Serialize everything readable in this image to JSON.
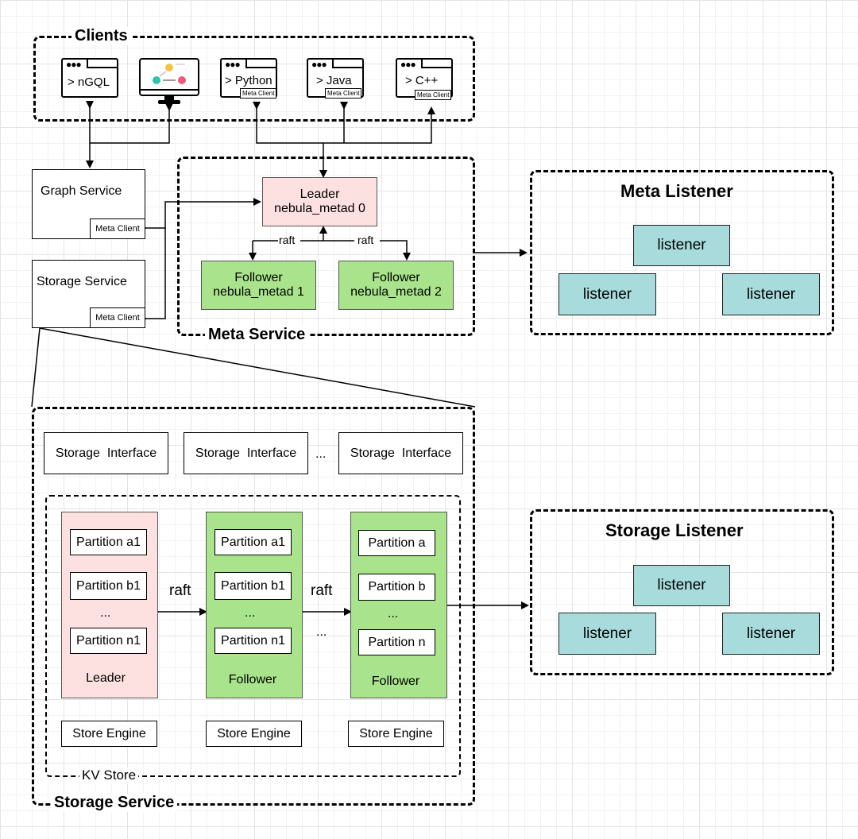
{
  "clients": {
    "title": "Clients",
    "items": [
      {
        "cmd": "> nGQL",
        "meta_client": ""
      },
      {
        "cmd": "",
        "meta_client": ""
      },
      {
        "cmd": "> Python",
        "meta_client": "Meta Client"
      },
      {
        "cmd": "> Java",
        "meta_client": "Meta Client"
      },
      {
        "cmd": "> C++",
        "meta_client": "Meta Client"
      }
    ]
  },
  "graph_service": {
    "label": "Graph Service",
    "meta_client": "Meta Client"
  },
  "storage_service_top": {
    "label": "Storage Service",
    "meta_client": "Meta Client"
  },
  "meta_service": {
    "title": "Meta Service",
    "leader": {
      "role": "Leader",
      "name": "nebula_metad 0"
    },
    "followers": [
      {
        "role": "Follower",
        "name": "nebula_metad 1"
      },
      {
        "role": "Follower",
        "name": "nebula_metad 2"
      }
    ],
    "raft_labels": [
      "raft",
      "raft"
    ]
  },
  "meta_listener": {
    "title": "Meta Listener",
    "listeners": [
      "listener",
      "listener",
      "listener"
    ]
  },
  "storage_listener": {
    "title": "Storage Listener",
    "listeners": [
      "listener",
      "listener",
      "listener"
    ]
  },
  "storage_service": {
    "title": "Storage Service",
    "interfaces": [
      "Storage  Interface",
      "Storage  Interface",
      "Storage  Interface"
    ],
    "interfaces_ellipsis": "...",
    "kv_store": "KV Store",
    "groups": [
      {
        "partitions": [
          "Partition a1",
          "Partition b1",
          "Partition n1"
        ],
        "ellipsis": "...",
        "role": "Leader",
        "engine": "Store Engine"
      },
      {
        "partitions": [
          "Partition a1",
          "Partition b1",
          "Partition n1"
        ],
        "ellipsis": "...",
        "role": "Follower",
        "engine": "Store Engine"
      },
      {
        "partitions": [
          "Partition a",
          "Partition b",
          "Partition n"
        ],
        "ellipsis": "...",
        "role": "Follower",
        "engine": "Store Engine"
      }
    ],
    "raft_labels": [
      "raft",
      "raft"
    ],
    "groups_ellipsis": "..."
  },
  "colors": {
    "leader": "#fde0e0",
    "follower": "#a9e48c",
    "listener": "#a8dcdc"
  }
}
